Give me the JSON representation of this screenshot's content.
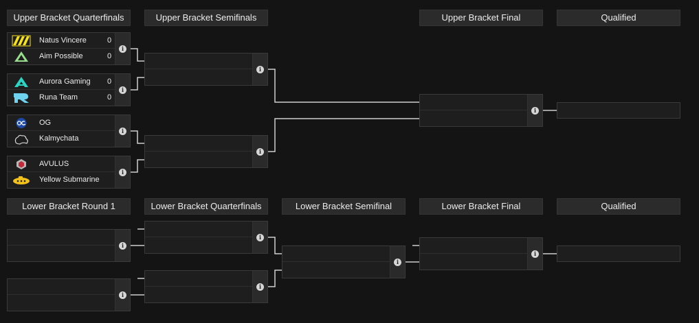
{
  "headers": {
    "ub_qf": "Upper Bracket Quarterfinals",
    "ub_sf": "Upper Bracket Semifinals",
    "ub_final": "Upper Bracket Final",
    "ub_qualified": "Qualified",
    "lb_r1": "Lower Bracket Round 1",
    "lb_qf": "Lower Bracket Quarterfinals",
    "lb_sf": "Lower Bracket Semifinal",
    "lb_final": "Lower Bracket Final",
    "lb_qualified": "Qualified"
  },
  "info_icon_glyph": "i",
  "ub_qf_matches": [
    {
      "team1": {
        "name": "Natus Vincere",
        "score": "0",
        "logo": "navi-logo"
      },
      "team2": {
        "name": "Aim Possible",
        "score": "0",
        "logo": "aim-possible-logo"
      }
    },
    {
      "team1": {
        "name": "Aurora Gaming",
        "score": "0",
        "logo": "aurora-logo"
      },
      "team2": {
        "name": "Runa Team",
        "score": "0",
        "logo": "runa-team-logo"
      }
    },
    {
      "team1": {
        "name": "OG",
        "score": "",
        "logo": "og-logo"
      },
      "team2": {
        "name": "Kalmychata",
        "score": "",
        "logo": "kalmychata-logo"
      }
    },
    {
      "team1": {
        "name": "AVULUS",
        "score": "",
        "logo": "avulus-logo"
      },
      "team2": {
        "name": "Yellow Submarine",
        "score": "",
        "logo": "yellow-submarine-logo"
      }
    }
  ]
}
